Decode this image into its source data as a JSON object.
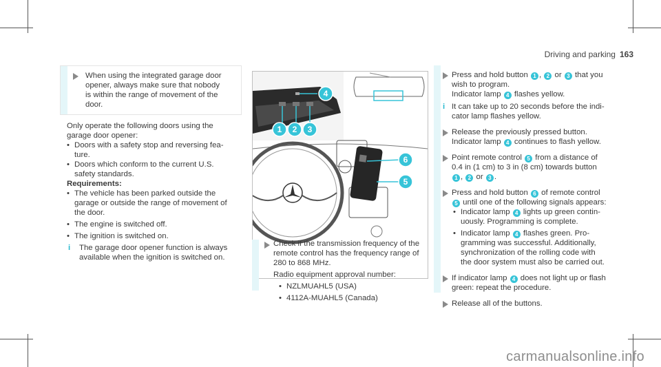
{
  "header": {
    "section": "Driving and parking",
    "page_number": "163"
  },
  "note_box": {
    "text_lines": [
      "When using the integrated garage door",
      "opener, always make sure that nobody",
      "is within the range of movement of the",
      "door."
    ]
  },
  "col1": {
    "intro_lines": [
      "Only operate the following doors using the",
      "garage door opener:"
    ],
    "doors": [
      [
        "Doors with a safety stop and reversing fea-",
        "ture."
      ],
      [
        "Doors which conform to the current U.S.",
        "safety standards."
      ]
    ],
    "requirements_heading": "Requirements:",
    "requirements": [
      [
        "The vehicle has been parked outside the",
        "garage or outside the range of movement of",
        "the door."
      ],
      [
        "The engine is switched off."
      ],
      [
        "The ignition is switched on."
      ]
    ],
    "info_icon": "i",
    "info_lines": [
      "The garage door opener function is always",
      "available when the ignition is switched on."
    ]
  },
  "illustration": {
    "callouts": [
      "1",
      "2",
      "3",
      "4",
      "5",
      "6"
    ],
    "accent_color": "#37c4d8"
  },
  "col2": {
    "step_lines": [
      "Check if the transmission frequency of the",
      "remote control has the frequency range of",
      "280 to 868 MHz."
    ],
    "radio_label": "Radio equipment approval number:",
    "radio_numbers": [
      "NZLMUAHL5 (USA)",
      "4112A-MUAHL5 (Canada)"
    ]
  },
  "col3": {
    "step1_line1_pre": "Press and hold button",
    "step1_b1": "1",
    "step1_sep": ",",
    "step1_b2": "2",
    "step1_or": "or",
    "step1_b3": "3",
    "step1_post": "that you",
    "step1_line2": "wish to program.",
    "step1_line3_pre": "Indicator lamp",
    "step1_lamp": "4",
    "step1_line3_post": "flashes yellow.",
    "info_icon": "i",
    "info_lines": [
      "It can take up to 20 seconds before the indi-",
      "cator lamp flashes yellow."
    ],
    "step2_line1": "Release the previously pressed button.",
    "step2_line2_pre": "Indicator lamp",
    "step2_lamp": "4",
    "step2_line2_post": "continues to flash yellow.",
    "step3_line1_pre": "Point remote control",
    "step3_rc": "5",
    "step3_line1_post": "from a distance of",
    "step3_line2": "0.4 in (1 cm) to 3 in (8 cm) towards button",
    "step3_b1": "1",
    "step3_sep": ",",
    "step3_b2": "2",
    "step3_or": "or",
    "step3_b3": "3",
    "step3_end": ".",
    "step4_line1_pre": "Press and hold button",
    "step4_b": "6",
    "step4_line1_post": "of remote control",
    "step4_rc": "5",
    "step4_line2_post": "until one of the following signals appears:",
    "sig1_pre": "Indicator lamp",
    "sig1_lamp": "4",
    "sig1_post": "lights up green contin-",
    "sig1_line2": "uously. Programming is complete.",
    "sig2_pre": "Indicator lamp",
    "sig2_lamp": "4",
    "sig2_post": "flashes green. Pro-",
    "sig2_lines": [
      "gramming was successful. Additionally,",
      "synchronization of the rolling code with",
      "the door system must also be carried out."
    ],
    "step5_line1_pre": "If indicator lamp",
    "step5_lamp": "4",
    "step5_line1_post": "does not light up or flash",
    "step5_line2": "green: repeat the procedure.",
    "step6_line1": "Release all of the buttons."
  },
  "watermark": "carmanualsonline.info"
}
